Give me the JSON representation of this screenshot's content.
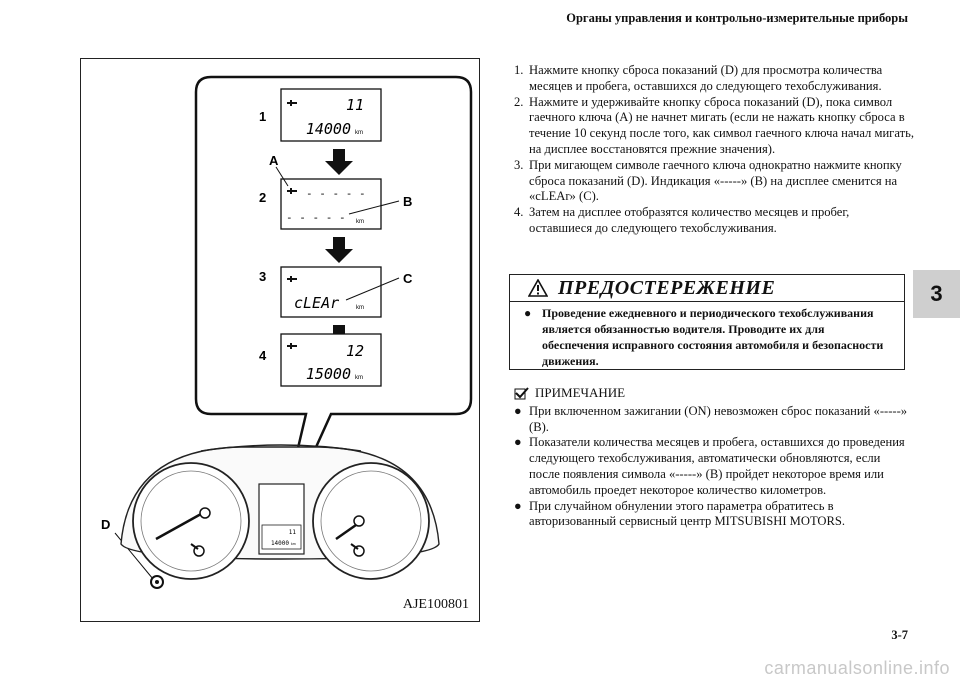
{
  "header": {
    "title": "Органы управления и контрольно-измерительные приборы"
  },
  "page_number": "3-7",
  "section_tab": "3",
  "watermark": "carmanualsonline.info",
  "figure": {
    "code": "AJE100801",
    "step_labels": [
      "1",
      "2",
      "3",
      "4"
    ],
    "callouts": {
      "a": "A",
      "b": "B",
      "c": "C",
      "d": "D"
    },
    "displays": [
      {
        "top": "11",
        "bottom": "14000",
        "unit": "km"
      },
      {
        "top": "- - - - -",
        "bottom": "- - - - -",
        "unit": "km"
      },
      {
        "top": "",
        "bottom": "cLEAr",
        "unit": "km"
      },
      {
        "top": "12",
        "bottom": "15000",
        "unit": "km"
      }
    ],
    "cluster_display": {
      "top": "11",
      "bottom": "14000",
      "unit": "km"
    }
  },
  "steps": [
    {
      "num": "1.",
      "text": "Нажмите кнопку сброса показаний (D) для просмотра количества месяцев и пробега, оставшихся до следующего техобслуживания."
    },
    {
      "num": "2.",
      "text": "Нажмите и удерживайте кнопку сброса показаний (D), пока символ гаечного ключа (A) не начнет мигать (если не нажать кнопку сброса в течение 10 секунд после того, как символ гаечного ключа начал мигать, на дисплее восстановятся прежние значения)."
    },
    {
      "num": "3.",
      "text": "При мигающем символе гаечного ключа однократно нажмите кнопку сброса показаний (D). Индикация «-----» (B) на дисплее сменится на «cLEAr» (C)."
    },
    {
      "num": "4.",
      "text": "Затем на дисплее отобразятся количество месяцев и пробег, оставшиеся до следующего техобслуживания."
    }
  ],
  "warning": {
    "title": "ПРЕДОСТЕРЕЖЕНИЕ",
    "bullet": "●",
    "text": "Проведение ежедневного и периодического техобслуживания является обязанностью водителя. Проводите их для обеспечения исправного состояния автомобиля и безопасности движения."
  },
  "note": {
    "title": "ПРИМЕЧАНИЕ",
    "bullet": "●",
    "items": [
      "При включенном зажигании (ON) невозможен сброс показаний «-----» (B).",
      "Показатели количества месяцев и пробега, оставшихся до проведения следующего техобслуживания, автоматически обновляются, если после появления символа «-----» (B) пройдет некоторое время или автомобиль проедет некоторое количество километров.",
      "При случайном обнулении этого параметра обратитесь в авторизованный сервисный центр MITSUBISHI MOTORS."
    ]
  }
}
